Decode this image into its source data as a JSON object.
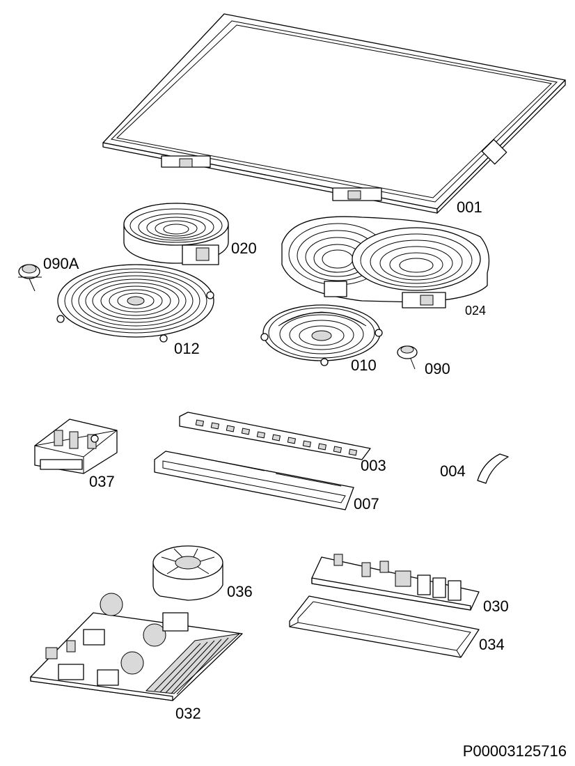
{
  "document_id": "P00003125716",
  "parts": [
    {
      "id": "glass_top",
      "label": "001"
    },
    {
      "id": "heater_small",
      "label": "020"
    },
    {
      "id": "sensor_a",
      "label": "090A"
    },
    {
      "id": "heater_large_flat",
      "label": "012"
    },
    {
      "id": "heater_dual",
      "label": "024"
    },
    {
      "id": "heater_radiant",
      "label": "010"
    },
    {
      "id": "sensor",
      "label": "090"
    },
    {
      "id": "relay_block",
      "label": "037"
    },
    {
      "id": "control_board",
      "label": "003"
    },
    {
      "id": "board_frame",
      "label": "007"
    },
    {
      "id": "ribbon_cable",
      "label": "004"
    },
    {
      "id": "cooling_fan",
      "label": "036"
    },
    {
      "id": "power_board",
      "label": "030"
    },
    {
      "id": "power_board_tray",
      "label": "034"
    },
    {
      "id": "main_board",
      "label": "032"
    }
  ]
}
